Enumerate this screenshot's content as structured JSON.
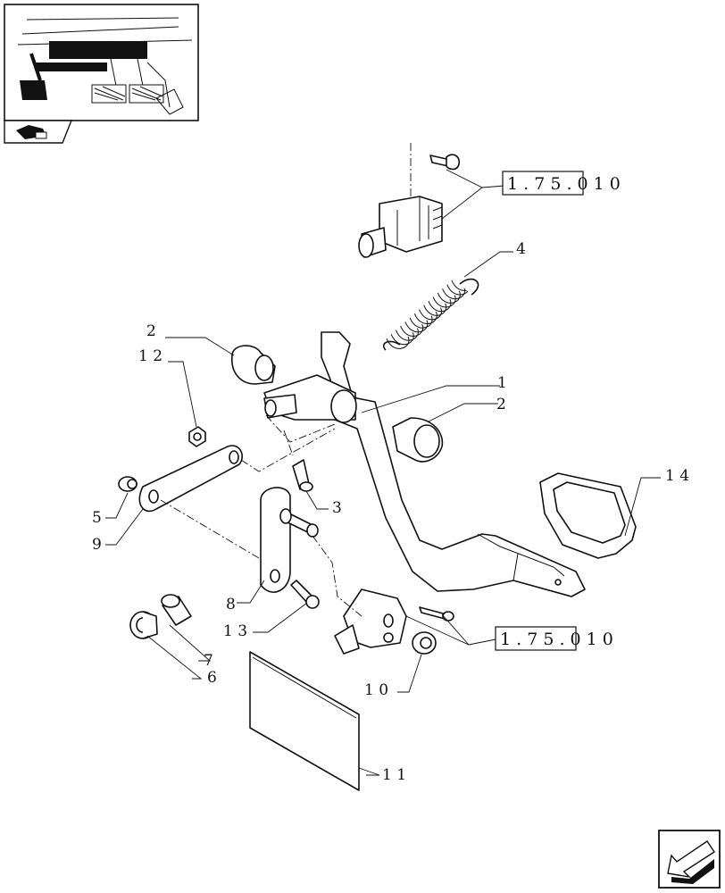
{
  "references": [
    {
      "id": "ref-top",
      "text": "1 . 7 5 . 0   1 0"
    },
    {
      "id": "ref-bottom",
      "text": "1 . 7 5 . 0   1 0"
    }
  ],
  "callouts": [
    {
      "id": "1",
      "text": "1"
    },
    {
      "id": "2a",
      "text": "2"
    },
    {
      "id": "2b",
      "text": "2"
    },
    {
      "id": "3",
      "text": "3"
    },
    {
      "id": "4",
      "text": "4"
    },
    {
      "id": "5",
      "text": "5"
    },
    {
      "id": "6",
      "text": "6"
    },
    {
      "id": "7",
      "text": "7"
    },
    {
      "id": "8",
      "text": "8"
    },
    {
      "id": "9",
      "text": "9"
    },
    {
      "id": "10",
      "text": "1 0"
    },
    {
      "id": "11",
      "text": "1 1"
    },
    {
      "id": "12",
      "text": "1 2"
    },
    {
      "id": "13",
      "text": "1 3"
    },
    {
      "id": "14",
      "text": "1 4"
    }
  ],
  "icons": {
    "thumbnail": "pedal-location-thumbnail",
    "tab": "tractor-tab-icon",
    "nav": "next-page-arrow-icon"
  },
  "colors": {
    "ink": "#111111",
    "paper": "#ffffff"
  }
}
